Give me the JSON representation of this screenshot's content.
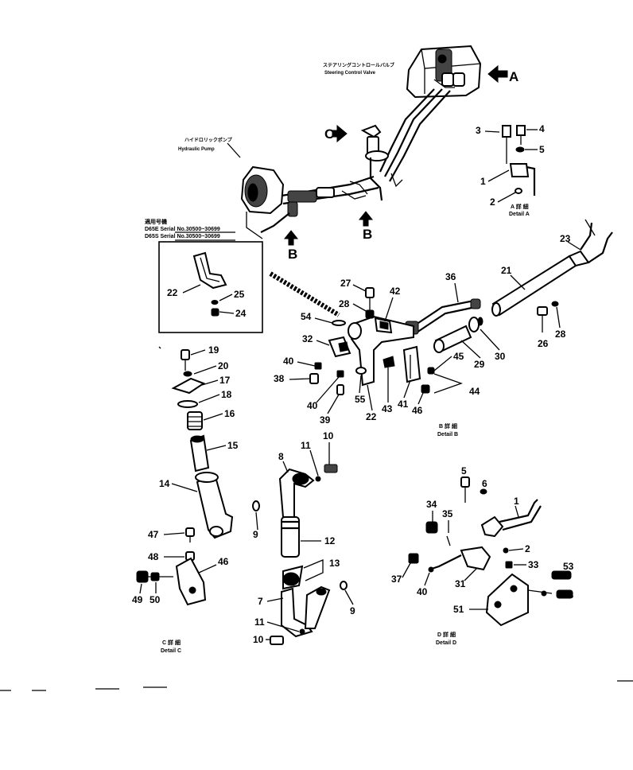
{
  "labels": {
    "control_valve_jp": "ステアリングコントロールバルブ",
    "control_valve_en": "Steering Control Valve",
    "pump_jp": "ハイドロリックポンプ",
    "pump_en": "Hydraulic Pump",
    "view_a": "A",
    "view_b": "B",
    "view_c": "C",
    "serial_jp": "適用号機",
    "serial_1": "D65E Serial  No.30500~30699",
    "serial_2": "D65S Serial  No.30500~30699",
    "detail_a_jp": "A 詳 細",
    "detail_a_en": "Detail A",
    "detail_b_jp": "B 詳 細",
    "detail_b_en": "Detail B",
    "detail_c_jp": "C 詳 細",
    "detail_c_en": "Detail C",
    "detail_d_jp": "D 詳 細",
    "detail_d_en": "Detail D"
  },
  "callouts": {
    "c1": "1",
    "c2": "2",
    "c3": "3",
    "c4": "4",
    "c5": "5",
    "c6": "6",
    "c7": "7",
    "c8": "8",
    "c9": "9",
    "c10": "10",
    "c11": "11",
    "c12": "12",
    "c13": "13",
    "c14": "14",
    "c15": "15",
    "c16": "16",
    "c17": "17",
    "c18": "18",
    "c19": "19",
    "c20": "20",
    "c21": "21",
    "c22": "22",
    "c23": "23",
    "c24": "24",
    "c25": "25",
    "c26": "26",
    "c27": "27",
    "c28": "28",
    "c29": "29",
    "c30": "30",
    "c31": "31",
    "c32": "32",
    "c33": "33",
    "c34": "34",
    "c35": "35",
    "c36": "36",
    "c37": "37",
    "c38": "38",
    "c39": "39",
    "c40": "40",
    "c41": "41",
    "c42": "42",
    "c43": "43",
    "c44": "44",
    "c45": "45",
    "c46": "46",
    "c47": "47",
    "c48": "48",
    "c49": "49",
    "c50": "50",
    "c51": "51",
    "c53": "53",
    "c54": "54",
    "c55": "55"
  }
}
